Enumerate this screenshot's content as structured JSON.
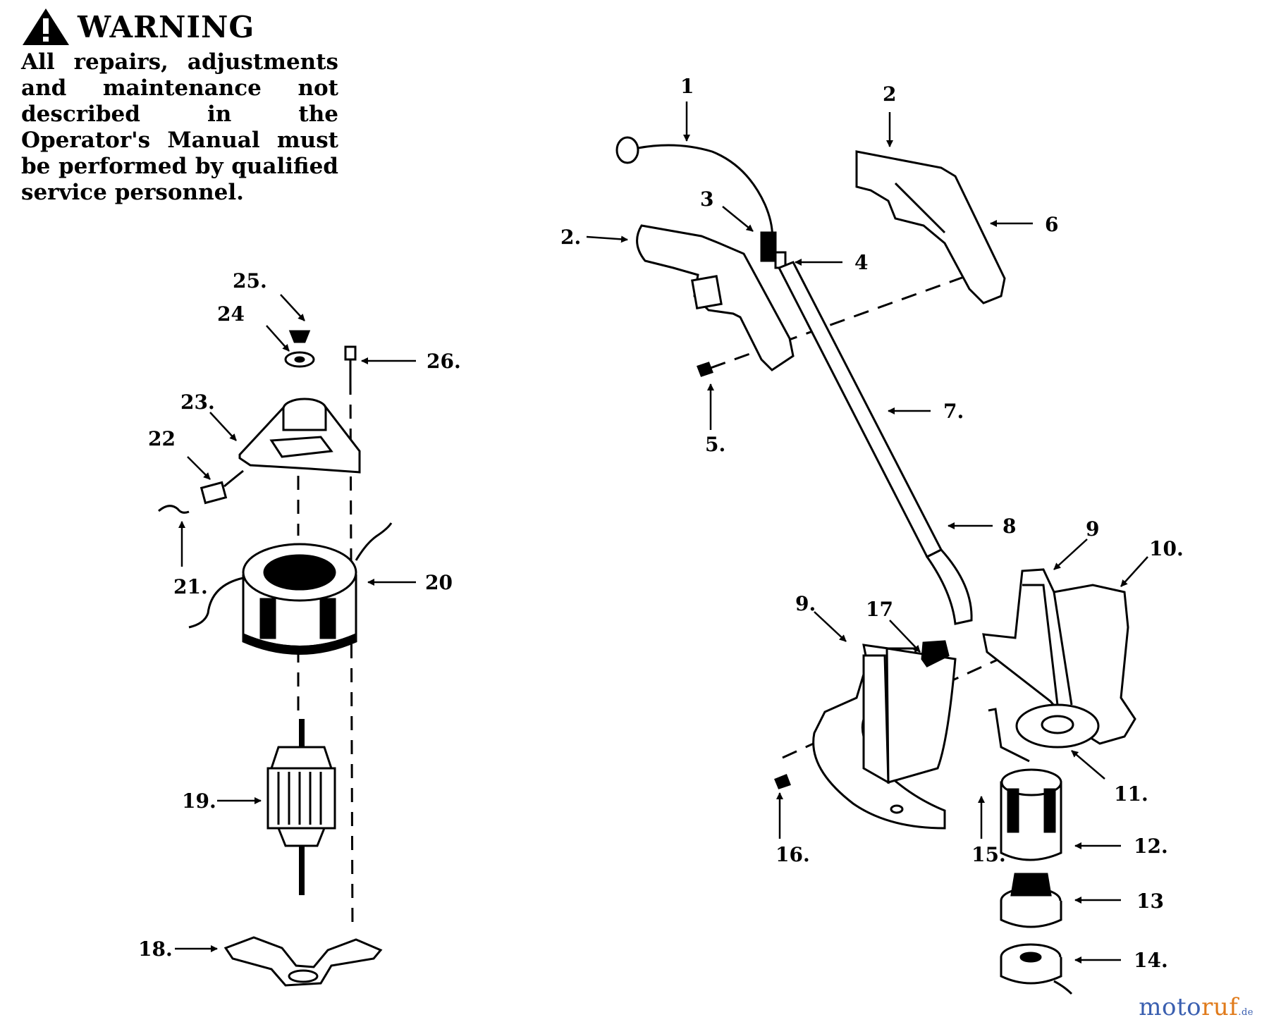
{
  "warning": {
    "title": "WARNING",
    "icon": "warning-triangle-icon",
    "text": "All repairs, adjustments and maintenance not described in the Operator's Manual must be performed by qualified service personnel."
  },
  "callouts": {
    "c1": "1",
    "c2a": "2",
    "c2b": "2.",
    "c3": "3",
    "c4": "4",
    "c5": "5.",
    "c6": "6",
    "c7": "7.",
    "c8": "8",
    "c9a": "9",
    "c9b": "9.",
    "c10": "10.",
    "c11": "11.",
    "c12": "12.",
    "c13": "13",
    "c14": "14.",
    "c15": "15.",
    "c16": "16.",
    "c17": "17",
    "c18": "18.",
    "c19": "19.",
    "c20": "20",
    "c21": "21.",
    "c22": "22",
    "c23": "23.",
    "c24": "24",
    "c25": "25.",
    "c26": "26."
  },
  "watermark": {
    "part1": "moto",
    "part2": "ruf",
    "part3": ".de"
  }
}
